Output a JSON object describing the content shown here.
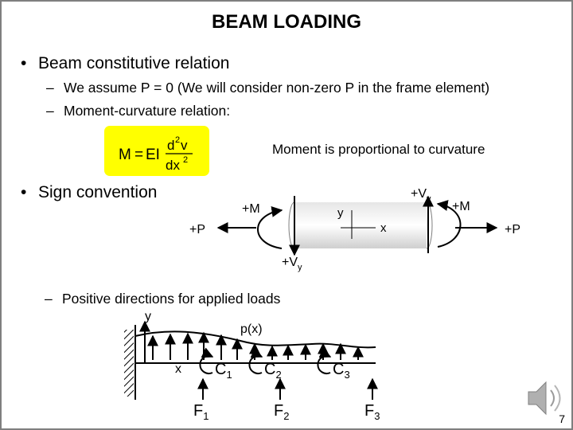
{
  "title": "BEAM LOADING",
  "bullets": {
    "b1": "Beam constitutive relation",
    "b1_sub1": "We assume P = 0 (We will consider non-zero P in the frame element)",
    "b1_sub2": "Moment-curvature relation:",
    "equation": {
      "lhs": "M",
      "eq": "=",
      "ei": "EI",
      "num": "d",
      "num_sup": "2",
      "num_v": "v",
      "den": "dx",
      "den_sup": "2"
    },
    "note": "Moment is proportional to curvature",
    "b2": "Sign convention",
    "b2_sub1": "Positive directions for applied loads"
  },
  "sign_convention": {
    "pos_p_left": "+P",
    "pos_p_right": "+P",
    "pos_m_left": "+M",
    "pos_m_right": "+M",
    "pos_v_top": "+V",
    "pos_v_top_sub": "y",
    "pos_v_bottom": "+V",
    "pos_v_bottom_sub": "y",
    "axis_y": "y",
    "axis_x": "x"
  },
  "loads": {
    "axis_y": "y",
    "axis_x": "x",
    "distributed": "p(x)",
    "moments": [
      {
        "base": "C",
        "sub": "1"
      },
      {
        "base": "C",
        "sub": "2"
      },
      {
        "base": "C",
        "sub": "3"
      }
    ],
    "forces": [
      {
        "base": "F",
        "sub": "1"
      },
      {
        "base": "F",
        "sub": "2"
      },
      {
        "base": "F",
        "sub": "3"
      }
    ]
  },
  "speaker_icon": "speaker-icon",
  "page_number": "7"
}
